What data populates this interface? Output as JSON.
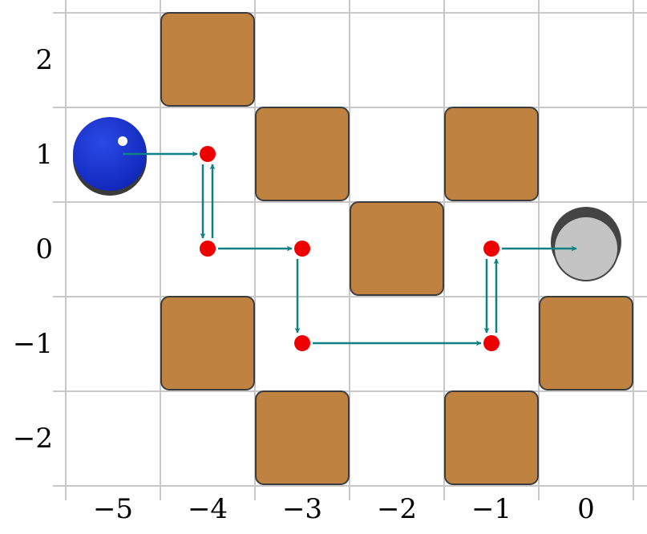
{
  "colors": {
    "grid": "#c8c8c8",
    "wall": "#bf8240",
    "wall_stroke": "#3c3c3c",
    "path": "#108080",
    "waypoint": "#ee0000",
    "ball": "#1a33cc",
    "ball_shadow": "#3a3a3a",
    "hole": "#c4c4c4",
    "hole_rim": "#444444"
  },
  "x_ticks": [
    {
      "value": -5,
      "label": "−5"
    },
    {
      "value": -4,
      "label": "−4"
    },
    {
      "value": -3,
      "label": "−3"
    },
    {
      "value": -2,
      "label": "−2"
    },
    {
      "value": -1,
      "label": "−1"
    },
    {
      "value": 0,
      "label": "0"
    }
  ],
  "y_ticks": [
    {
      "value": 2,
      "label": "2"
    },
    {
      "value": 1,
      "label": "1"
    },
    {
      "value": 0,
      "label": "0"
    },
    {
      "value": -1,
      "label": "−1"
    },
    {
      "value": -2,
      "label": "−2"
    }
  ],
  "walls": [
    {
      "x": -4,
      "y": 2
    },
    {
      "x": -3,
      "y": 1
    },
    {
      "x": -1,
      "y": 1
    },
    {
      "x": -2,
      "y": 0
    },
    {
      "x": -4,
      "y": -1
    },
    {
      "x": 0,
      "y": -1
    },
    {
      "x": -3,
      "y": -2
    },
    {
      "x": -1,
      "y": -2
    }
  ],
  "ball": {
    "x": -5,
    "y": 1
  },
  "hole": {
    "x": 0,
    "y": 0
  },
  "waypoints": [
    {
      "x": -4,
      "y": 1
    },
    {
      "x": -4,
      "y": 0
    },
    {
      "x": -3,
      "y": 0
    },
    {
      "x": -3,
      "y": -1
    },
    {
      "x": -1,
      "y": -1
    },
    {
      "x": -1,
      "y": 0
    }
  ],
  "path_moves": [
    {
      "from": [
        -5,
        1
      ],
      "to": [
        -4,
        1
      ]
    },
    {
      "from": [
        -4,
        1
      ],
      "to": [
        -4,
        0
      ]
    },
    {
      "from": [
        -4,
        0
      ],
      "to": [
        -4,
        1
      ]
    },
    {
      "from": [
        -4,
        0
      ],
      "to": [
        -3,
        0
      ]
    },
    {
      "from": [
        -3,
        0
      ],
      "to": [
        -3,
        -1
      ]
    },
    {
      "from": [
        -3,
        -1
      ],
      "to": [
        -1,
        -1
      ]
    },
    {
      "from": [
        -1,
        -1
      ],
      "to": [
        -1,
        0
      ]
    },
    {
      "from": [
        -1,
        0
      ],
      "to": [
        -1,
        -1
      ]
    },
    {
      "from": [
        -1,
        0
      ],
      "to": [
        0,
        0
      ]
    }
  ]
}
